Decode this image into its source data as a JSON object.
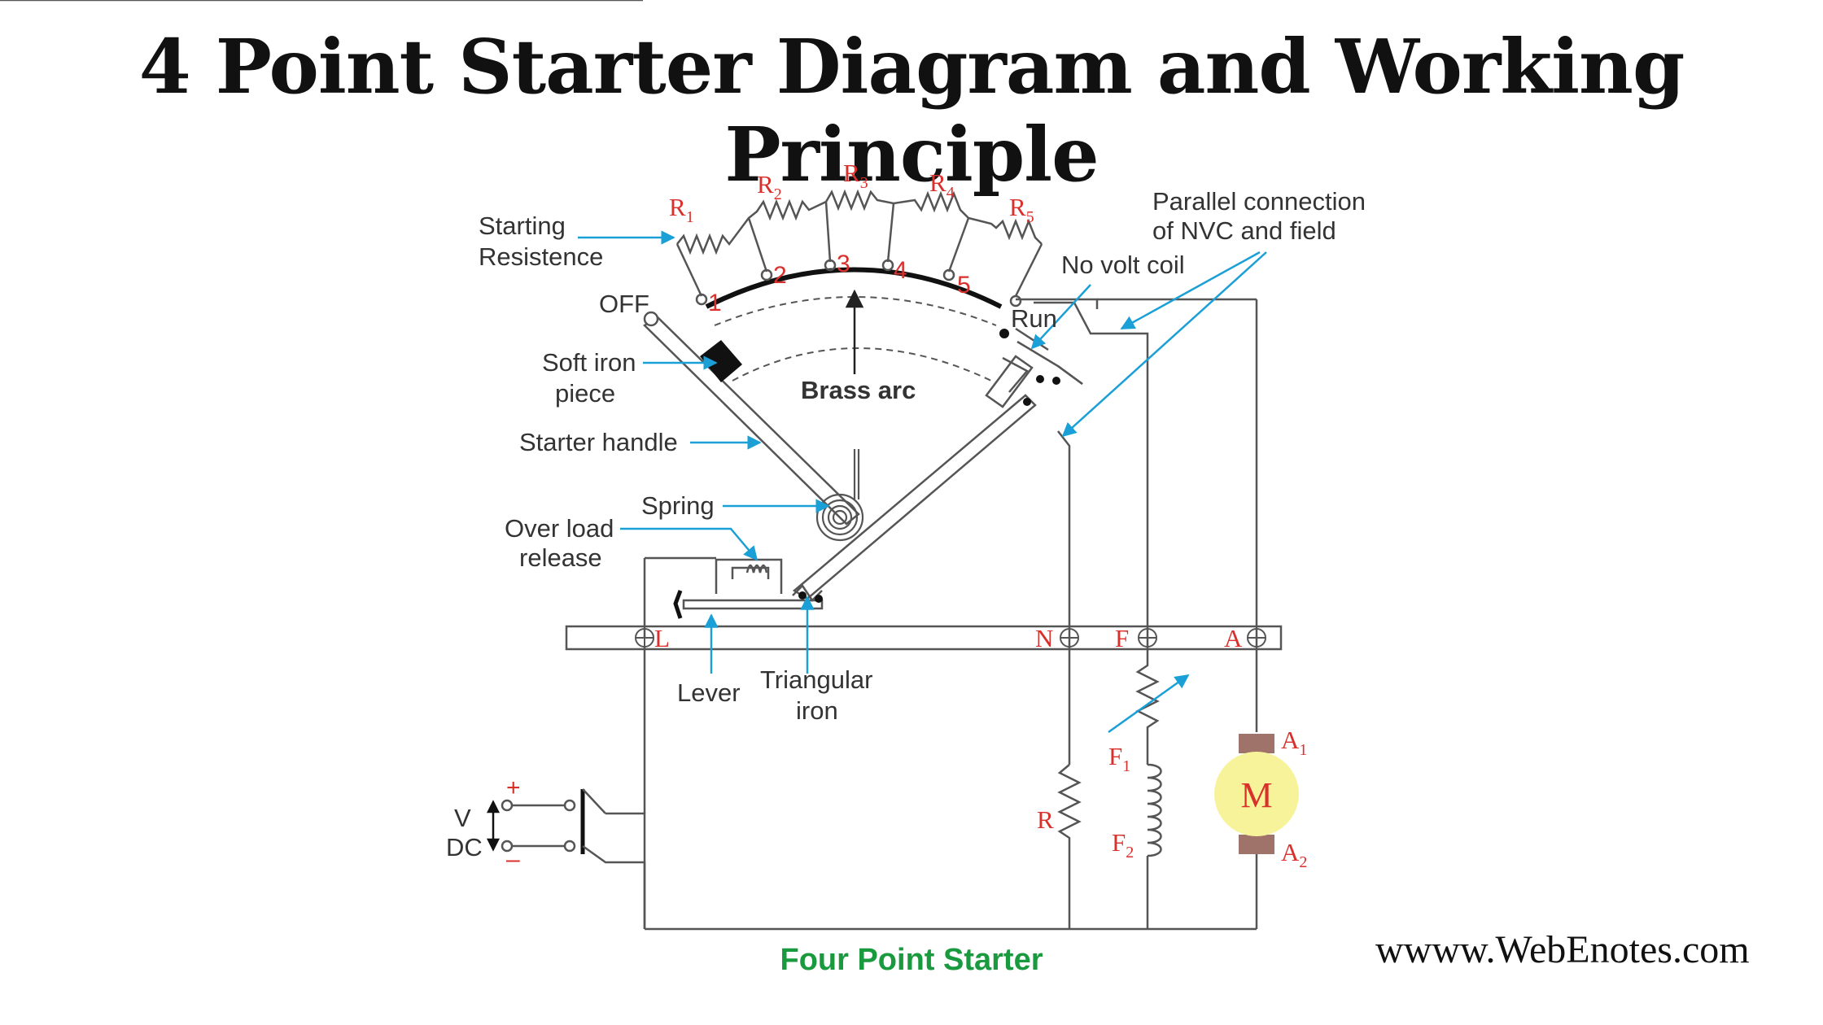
{
  "title": "4 Point Starter Diagram and Working Principle",
  "watermark": "wwww.WebEnotes.com",
  "colors": {
    "accent_blue": "#1a9fd6",
    "label_red": "#d9302c",
    "caption_green": "#1a9a3e",
    "motor_yellow": "#f7f39a",
    "motor_brush": "#a0736a"
  },
  "labels": {
    "starting_resistance_1": "Starting",
    "starting_resistance_2": "Resistence",
    "off": "OFF",
    "soft_iron_1": "Soft iron",
    "soft_iron_2": "piece",
    "starter_handle": "Starter handle",
    "spring": "Spring",
    "over_load_1": "Over load",
    "over_load_2": "release",
    "brass_arc": "Brass arc",
    "run": "Run",
    "no_volt_coil": "No volt coil",
    "parallel_1": "Parallel connection",
    "parallel_2": "of NVC and field",
    "lever": "Lever",
    "triangular_1": "Triangular",
    "triangular_2": "iron",
    "v": "V",
    "dc": "DC",
    "plus": "+",
    "minus": "–",
    "caption": "Four Point Starter"
  },
  "resistors": [
    {
      "letter": "R",
      "sub": "1"
    },
    {
      "letter": "R",
      "sub": "2"
    },
    {
      "letter": "R",
      "sub": "3"
    },
    {
      "letter": "R",
      "sub": "4"
    },
    {
      "letter": "R",
      "sub": "5"
    }
  ],
  "studs": [
    "1",
    "2",
    "3",
    "4",
    "5"
  ],
  "terminals": {
    "L": "L",
    "N": "N",
    "F": "F",
    "A": "A"
  },
  "field": {
    "f1_letter": "F",
    "f1_sub": "1",
    "f2_letter": "F",
    "f2_sub": "2",
    "r": "R"
  },
  "motor": {
    "label": "M",
    "a1_letter": "A",
    "a1_sub": "1",
    "a2_letter": "A",
    "a2_sub": "2"
  }
}
